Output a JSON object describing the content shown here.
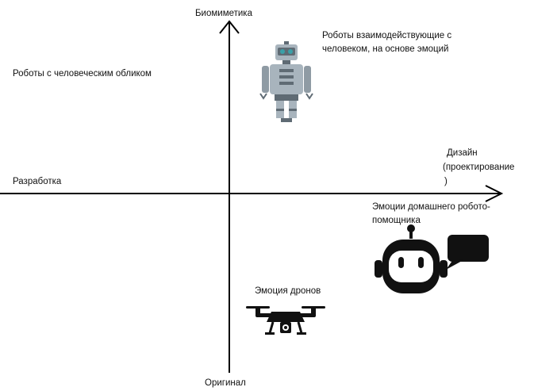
{
  "axes": {
    "top_label": "Биомиметика",
    "bottom_label": "Оригинал",
    "left_label": "Разработка",
    "right_label": {
      "line1": "Дизайн",
      "line2": "(проектирование",
      "line3": ")"
    }
  },
  "quadrant_labels": {
    "humanoid": "Роботы с человеческим обликом",
    "emotion_interaction": {
      "line1": "Роботы взаимодействующие с",
      "line2": "человеком, на основе эмоций"
    },
    "home_robot": {
      "line1": "Эмоции домашнего робото-",
      "line2": "помощника"
    },
    "drone": "Эмоция дронов"
  },
  "icons": {
    "humanoid_robot": "humanoid-robot-icon",
    "home_robot": "home-robot-head-icon",
    "speech_bubble": "speech-bubble-icon",
    "drone": "drone-icon"
  },
  "colors": {
    "axis": "#000000",
    "robot_body": "#a8b4bd",
    "robot_dark": "#5f6b74",
    "robot_accent": "#3aa0a8",
    "icon_dark": "#111111"
  }
}
